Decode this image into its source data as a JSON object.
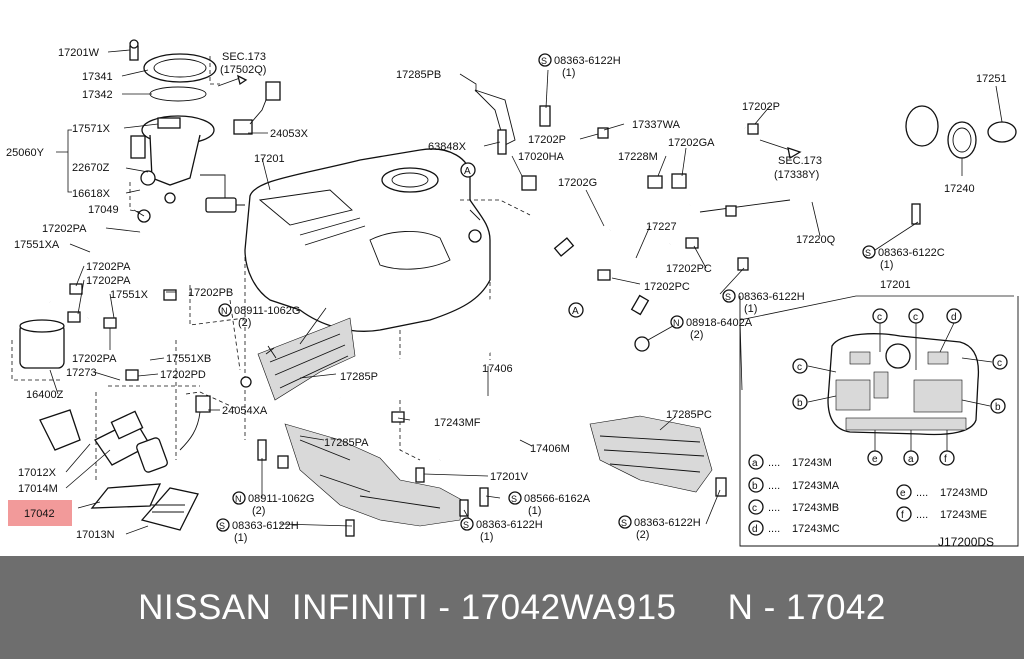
{
  "labels": {
    "p17201W": "17201W",
    "p17341": "17341",
    "p17342": "17342",
    "sec173a": "SEC.173",
    "sec173a_sub": "(17502Q)",
    "p24053X": "24053X",
    "p17571X": "17571X",
    "p25060Y": "25060Y",
    "p22670Z": "22670Z",
    "p16618X": "16618X",
    "p17049": "17049",
    "p17202PA_1": "17202PA",
    "p17551XA": "17551XA",
    "p17202PA_2": "17202PA",
    "p17202PA_3": "17202PA",
    "p17551X": "17551X",
    "p17202PB": "17202PB",
    "p17202PA_4": "17202PA",
    "p17551XB": "17551XB",
    "p17273": "17273",
    "p17202PD": "17202PD",
    "p16400Z": "16400Z",
    "p24054XA": "24054XA",
    "p17012X": "17012X",
    "p17014M": "17014M",
    "p17042": "17042",
    "p17013N": "17013N",
    "p17285PB": "17285PB",
    "s08363_6122H_top": "08363-6122H",
    "s08363_6122H_top_qty": "(1)",
    "p63848X": "63848X",
    "p17202P_mid": "17202P",
    "p17020HA": "17020HA",
    "p17201": "17201",
    "p17337WA": "17337WA",
    "p17202P_right": "17202P",
    "sec173b": "SEC.173",
    "sec173b_sub": "(17338Y)",
    "p17228M": "17228M",
    "p17202GA": "17202GA",
    "p17202G": "17202G",
    "p17251": "17251",
    "p17240": "17240",
    "p17227": "17227",
    "p17220Q": "17220Q",
    "s08363_6122C": "08363-6122C",
    "s08363_6122C_qty": "(1)",
    "p17202PC_1": "17202PC",
    "p17202PC_2": "17202PC",
    "s08363_6122H_r": "08363-6122H",
    "s08363_6122H_r_qty": "(1)",
    "n08911_1062G_top": "08911-1062G",
    "n08911_1062G_top_qty": "(2)",
    "n08918_6402A": "08918-6402A",
    "n08918_6402A_qty": "(2)",
    "p17285P": "17285P",
    "p17406": "17406",
    "p17243MF": "17243MF",
    "p17406M": "17406M",
    "p17285PC": "17285PC",
    "p17285PA": "17285PA",
    "p17201V": "17201V",
    "n08911_1062G_bot": "08911-1062G",
    "n08911_1062G_bot_qty": "(2)",
    "s08566_6162A": "08566-6162A",
    "s08566_6162A_qty": "(1)",
    "s08363_6122H_b1": "08363-6122H",
    "s08363_6122H_b1_qty": "(1)",
    "s08363_6122H_b2": "08363-6122H",
    "s08363_6122H_b2_qty": "(1)",
    "s08363_6122H_b3": "08363-6122H",
    "s08363_6122H_b3_qty": "(2)",
    "inset_title": "17201",
    "ref_A": "A",
    "ref_S": "S",
    "ref_N": "N",
    "diagram_code": "J17200DS"
  },
  "legend": [
    {
      "key": "a",
      "code": "17243M"
    },
    {
      "key": "b",
      "code": "17243MA"
    },
    {
      "key": "c",
      "code": "17243MB"
    },
    {
      "key": "d",
      "code": "17243MC"
    },
    {
      "key": "e",
      "code": "17243MD"
    },
    {
      "key": "f",
      "code": "17243ME"
    }
  ],
  "legend_dots": "....",
  "highlight_color": "#f29a9a",
  "footer_color": "#6e6e6e",
  "footer_text": "NISSAN  INFINITI - 17042WA915     N - 17042"
}
